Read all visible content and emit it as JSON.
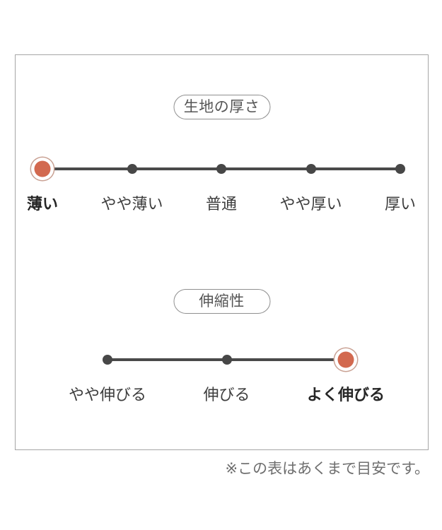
{
  "note": "※この表はあくまで目安です。",
  "colors": {
    "accent": "#d2694f",
    "accent-ring": "#c9a193",
    "dot": "#474747",
    "line": "#4a4a4a",
    "frame-border": "#a6a6a6",
    "pill-border": "#8f8f8f",
    "pill-text": "#555555",
    "label": "#3d3d3d",
    "label-selected": "#262626",
    "note-text": "#6e6e6e"
  },
  "scales": [
    {
      "title": "生地の厚さ",
      "selected_value": "薄い",
      "options": [
        {
          "label": "薄い",
          "selected": true
        },
        {
          "label": "やや薄い",
          "selected": false
        },
        {
          "label": "普通",
          "selected": false
        },
        {
          "label": "やや厚い",
          "selected": false
        },
        {
          "label": "厚い",
          "selected": false
        }
      ]
    },
    {
      "title": "伸縮性",
      "selected_value": "よく伸びる",
      "options": [
        {
          "label": "やや伸びる",
          "selected": false
        },
        {
          "label": "伸びる",
          "selected": false
        },
        {
          "label": "よく伸びる",
          "selected": true
        }
      ]
    }
  ]
}
